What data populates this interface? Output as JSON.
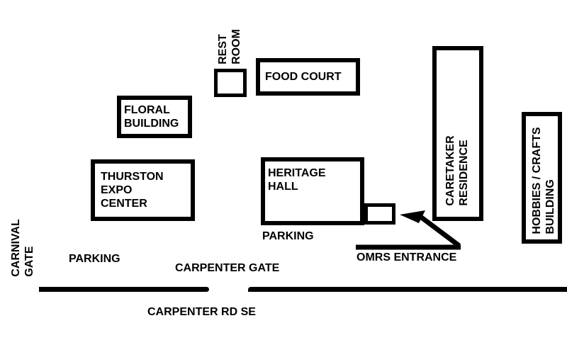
{
  "colors": {
    "ink": "#000000",
    "paper": "#ffffff"
  },
  "buildings": {
    "rest_room": {
      "line1": "REST",
      "line2": "ROOM"
    },
    "food_court": {
      "label": "FOOD COURT"
    },
    "floral": {
      "line1": "FLORAL",
      "line2": "BUILDING"
    },
    "thurston": {
      "line1": "THURSTON",
      "line2": "EXPO",
      "line3": "CENTER"
    },
    "heritage": {
      "line1": "HERITAGE",
      "line2": "HALL"
    },
    "caretaker": {
      "line1": "CARETAKER",
      "line2": "RESIDENCE"
    },
    "hobbies": {
      "line1": "HOBBIES / CRAFTS",
      "line2": "BUILDING"
    }
  },
  "labels": {
    "carnival_gate": {
      "line1": "CARNIVAL",
      "line2": "GATE"
    },
    "parking_west": "PARKING",
    "parking_central": "PARKING",
    "carpenter_gate": "CARPENTER GATE",
    "omrs_entrance": "OMRS ENTRANCE",
    "carpenter_road": "CARPENTER RD SE"
  }
}
